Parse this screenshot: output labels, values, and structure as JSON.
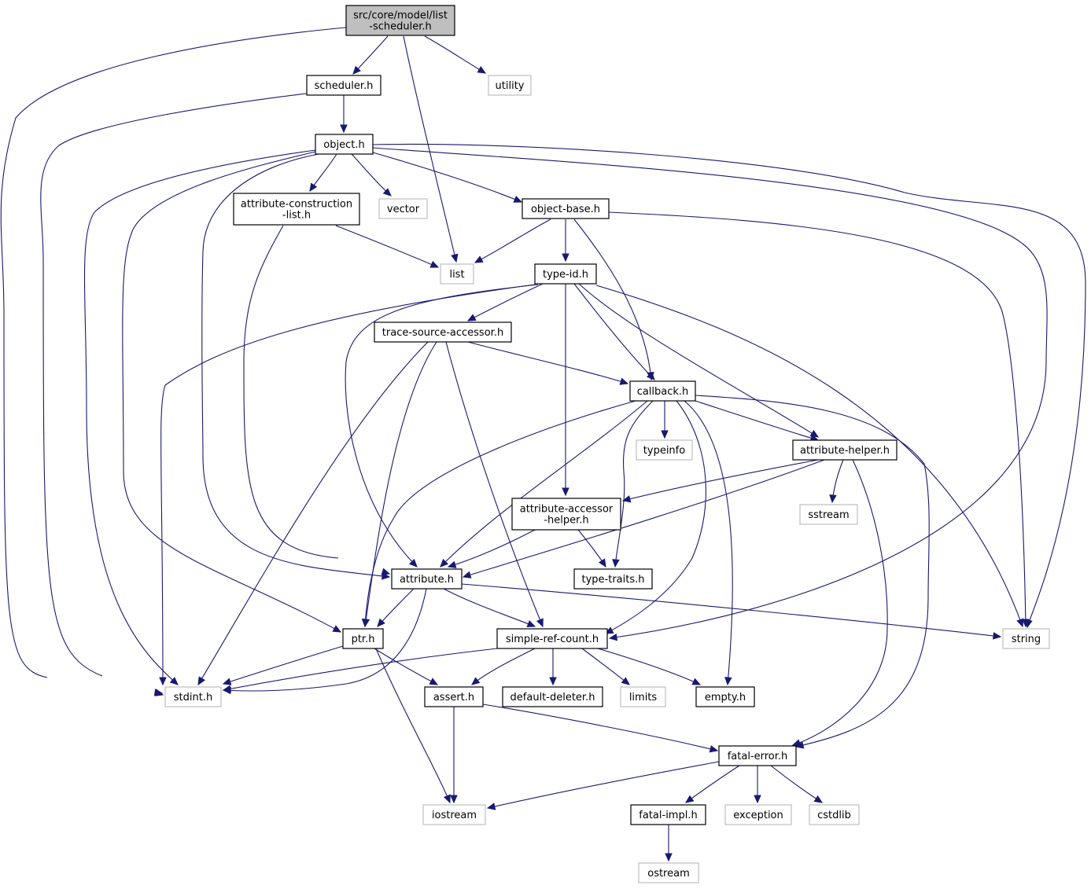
{
  "graph": {
    "title": "src/core/model/list-scheduler.h include dependency graph",
    "colors": {
      "edge": "#191970",
      "main_fill": "#bfbfbf",
      "local_border": "#000000",
      "system_border": "#bfbfbf"
    },
    "nodes": [
      {
        "id": "list-scheduler",
        "kind": "main",
        "lines": [
          "src/core/model/list",
          "-scheduler.h"
        ]
      },
      {
        "id": "scheduler",
        "kind": "local",
        "lines": [
          "scheduler.h"
        ]
      },
      {
        "id": "utility",
        "kind": "system",
        "lines": [
          "utility"
        ]
      },
      {
        "id": "object",
        "kind": "local",
        "lines": [
          "object.h"
        ]
      },
      {
        "id": "attribute-construction-list",
        "kind": "local",
        "lines": [
          "attribute-construction",
          "-list.h"
        ]
      },
      {
        "id": "vector",
        "kind": "system",
        "lines": [
          "vector"
        ]
      },
      {
        "id": "object-base",
        "kind": "local",
        "lines": [
          "object-base.h"
        ]
      },
      {
        "id": "list",
        "kind": "system",
        "lines": [
          "list"
        ]
      },
      {
        "id": "type-id",
        "kind": "local",
        "lines": [
          "type-id.h"
        ]
      },
      {
        "id": "trace-source-accessor",
        "kind": "local",
        "lines": [
          "trace-source-accessor.h"
        ]
      },
      {
        "id": "callback",
        "kind": "local",
        "lines": [
          "callback.h"
        ]
      },
      {
        "id": "typeinfo",
        "kind": "system",
        "lines": [
          "typeinfo"
        ]
      },
      {
        "id": "attribute-helper",
        "kind": "local",
        "lines": [
          "attribute-helper.h"
        ]
      },
      {
        "id": "attribute-accessor-helper",
        "kind": "local",
        "lines": [
          "attribute-accessor",
          "-helper.h"
        ]
      },
      {
        "id": "sstream",
        "kind": "system",
        "lines": [
          "sstream"
        ]
      },
      {
        "id": "attribute",
        "kind": "local",
        "lines": [
          "attribute.h"
        ]
      },
      {
        "id": "type-traits",
        "kind": "local",
        "lines": [
          "type-traits.h"
        ]
      },
      {
        "id": "ptr",
        "kind": "local",
        "lines": [
          "ptr.h"
        ]
      },
      {
        "id": "simple-ref-count",
        "kind": "local",
        "lines": [
          "simple-ref-count.h"
        ]
      },
      {
        "id": "string",
        "kind": "system",
        "lines": [
          "string"
        ]
      },
      {
        "id": "stdint",
        "kind": "system",
        "lines": [
          "stdint.h"
        ]
      },
      {
        "id": "assert",
        "kind": "local",
        "lines": [
          "assert.h"
        ]
      },
      {
        "id": "default-deleter",
        "kind": "local",
        "lines": [
          "default-deleter.h"
        ]
      },
      {
        "id": "limits",
        "kind": "system",
        "lines": [
          "limits"
        ]
      },
      {
        "id": "empty",
        "kind": "local",
        "lines": [
          "empty.h"
        ]
      },
      {
        "id": "fatal-error",
        "kind": "local",
        "lines": [
          "fatal-error.h"
        ]
      },
      {
        "id": "iostream",
        "kind": "system",
        "lines": [
          "iostream"
        ]
      },
      {
        "id": "fatal-impl",
        "kind": "local",
        "lines": [
          "fatal-impl.h"
        ]
      },
      {
        "id": "exception",
        "kind": "system",
        "lines": [
          "exception"
        ]
      },
      {
        "id": "cstdlib",
        "kind": "system",
        "lines": [
          "cstdlib"
        ]
      },
      {
        "id": "ostream",
        "kind": "system",
        "lines": [
          "ostream"
        ]
      }
    ],
    "edges": [
      {
        "from": "list-scheduler",
        "to": "scheduler"
      },
      {
        "from": "list-scheduler",
        "to": "utility"
      },
      {
        "from": "list-scheduler",
        "to": "list"
      },
      {
        "from": "list-scheduler",
        "to": "stdint"
      },
      {
        "from": "scheduler",
        "to": "object"
      },
      {
        "from": "scheduler",
        "to": "stdint"
      },
      {
        "from": "object",
        "to": "attribute-construction-list"
      },
      {
        "from": "object",
        "to": "vector"
      },
      {
        "from": "object",
        "to": "object-base"
      },
      {
        "from": "object",
        "to": "string"
      },
      {
        "from": "object",
        "to": "simple-ref-count"
      },
      {
        "from": "object",
        "to": "stdint"
      },
      {
        "from": "object",
        "to": "ptr"
      },
      {
        "from": "object",
        "to": "attribute"
      },
      {
        "from": "attribute-construction-list",
        "to": "list"
      },
      {
        "from": "attribute-construction-list",
        "to": "attribute"
      },
      {
        "from": "object-base",
        "to": "list"
      },
      {
        "from": "object-base",
        "to": "type-id"
      },
      {
        "from": "object-base",
        "to": "callback"
      },
      {
        "from": "object-base",
        "to": "string"
      },
      {
        "from": "type-id",
        "to": "trace-source-accessor"
      },
      {
        "from": "type-id",
        "to": "callback"
      },
      {
        "from": "type-id",
        "to": "attribute-helper"
      },
      {
        "from": "type-id",
        "to": "attribute-accessor-helper"
      },
      {
        "from": "type-id",
        "to": "string"
      },
      {
        "from": "type-id",
        "to": "stdint"
      },
      {
        "from": "type-id",
        "to": "attribute"
      },
      {
        "from": "trace-source-accessor",
        "to": "callback"
      },
      {
        "from": "trace-source-accessor",
        "to": "stdint"
      },
      {
        "from": "trace-source-accessor",
        "to": "ptr"
      },
      {
        "from": "trace-source-accessor",
        "to": "simple-ref-count"
      },
      {
        "from": "callback",
        "to": "typeinfo"
      },
      {
        "from": "callback",
        "to": "attribute-helper"
      },
      {
        "from": "callback",
        "to": "type-traits"
      },
      {
        "from": "callback",
        "to": "attribute"
      },
      {
        "from": "callback",
        "to": "ptr"
      },
      {
        "from": "callback",
        "to": "simple-ref-count"
      },
      {
        "from": "callback",
        "to": "empty"
      },
      {
        "from": "callback",
        "to": "fatal-error"
      },
      {
        "from": "attribute-helper",
        "to": "attribute-accessor-helper"
      },
      {
        "from": "attribute-helper",
        "to": "sstream"
      },
      {
        "from": "attribute-helper",
        "to": "attribute"
      },
      {
        "from": "attribute-helper",
        "to": "fatal-error"
      },
      {
        "from": "attribute-accessor-helper",
        "to": "attribute"
      },
      {
        "from": "attribute-accessor-helper",
        "to": "type-traits"
      },
      {
        "from": "attribute",
        "to": "ptr"
      },
      {
        "from": "attribute",
        "to": "simple-ref-count"
      },
      {
        "from": "attribute",
        "to": "string"
      },
      {
        "from": "attribute",
        "to": "stdint"
      },
      {
        "from": "ptr",
        "to": "stdint"
      },
      {
        "from": "ptr",
        "to": "assert"
      },
      {
        "from": "ptr",
        "to": "iostream"
      },
      {
        "from": "simple-ref-count",
        "to": "stdint"
      },
      {
        "from": "simple-ref-count",
        "to": "assert"
      },
      {
        "from": "simple-ref-count",
        "to": "default-deleter"
      },
      {
        "from": "simple-ref-count",
        "to": "limits"
      },
      {
        "from": "simple-ref-count",
        "to": "empty"
      },
      {
        "from": "assert",
        "to": "iostream"
      },
      {
        "from": "assert",
        "to": "fatal-error"
      },
      {
        "from": "fatal-error",
        "to": "iostream"
      },
      {
        "from": "fatal-error",
        "to": "fatal-impl"
      },
      {
        "from": "fatal-error",
        "to": "exception"
      },
      {
        "from": "fatal-error",
        "to": "cstdlib"
      },
      {
        "from": "fatal-impl",
        "to": "ostream"
      }
    ]
  }
}
